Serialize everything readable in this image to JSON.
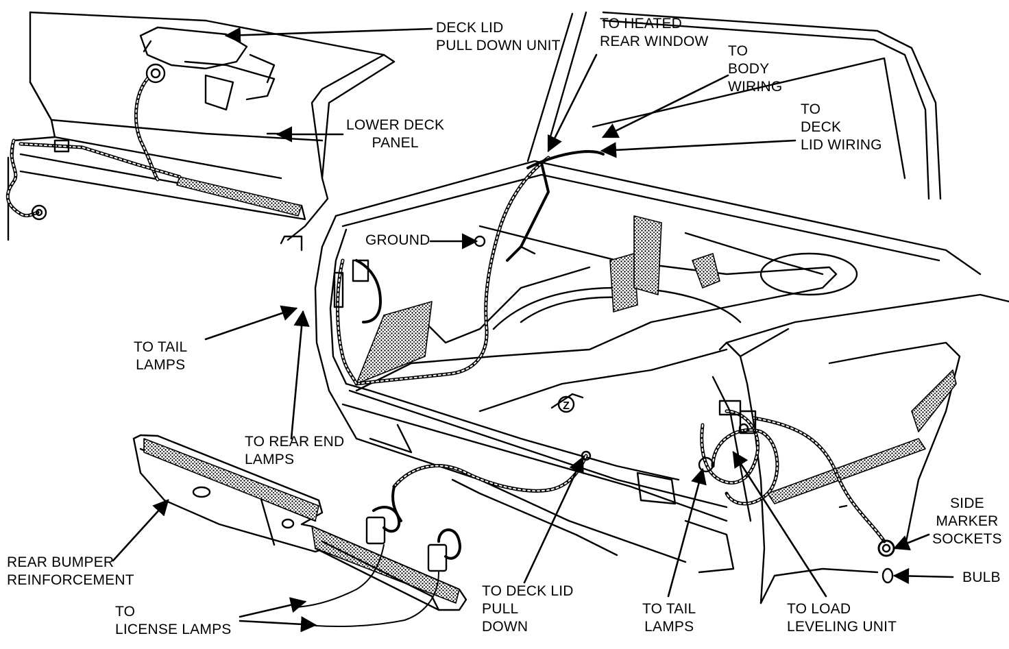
{
  "labels": {
    "deck_lid_pull_down_unit": [
      "DECK LID",
      "PULL DOWN UNIT"
    ],
    "lower_deck_panel": [
      "LOWER DECK",
      "PANEL"
    ],
    "to_heated_rear_window": [
      "TO HEATED",
      "REAR WINDOW"
    ],
    "to_body_wiring": [
      "TO",
      "BODY",
      "WIRING"
    ],
    "to_deck_lid_wiring": [
      "TO",
      "DECK",
      "LID WIRING"
    ],
    "ground": "GROUND",
    "to_tail_lamps_left": [
      "TO TAIL",
      "LAMPS"
    ],
    "to_rear_end_lamps": [
      "TO REAR END",
      "LAMPS"
    ],
    "rear_bumper_reinforcement": [
      "REAR BUMPER",
      "REINFORCEMENT"
    ],
    "to_license_lamps": [
      "TO",
      "LICENSE LAMPS"
    ],
    "to_deck_lid_pull_down": [
      "TO DECK LID",
      "PULL",
      "DOWN"
    ],
    "to_tail_lamps_right": [
      "TO TAIL",
      "LAMPS"
    ],
    "to_load_leveling_unit": [
      "TO LOAD",
      "LEVELING UNIT"
    ],
    "side_marker_sockets": [
      "SIDE",
      "MARKER",
      "SOCKETS"
    ],
    "bulb": "BULB"
  },
  "markers": {
    "z_marker": "Z"
  }
}
